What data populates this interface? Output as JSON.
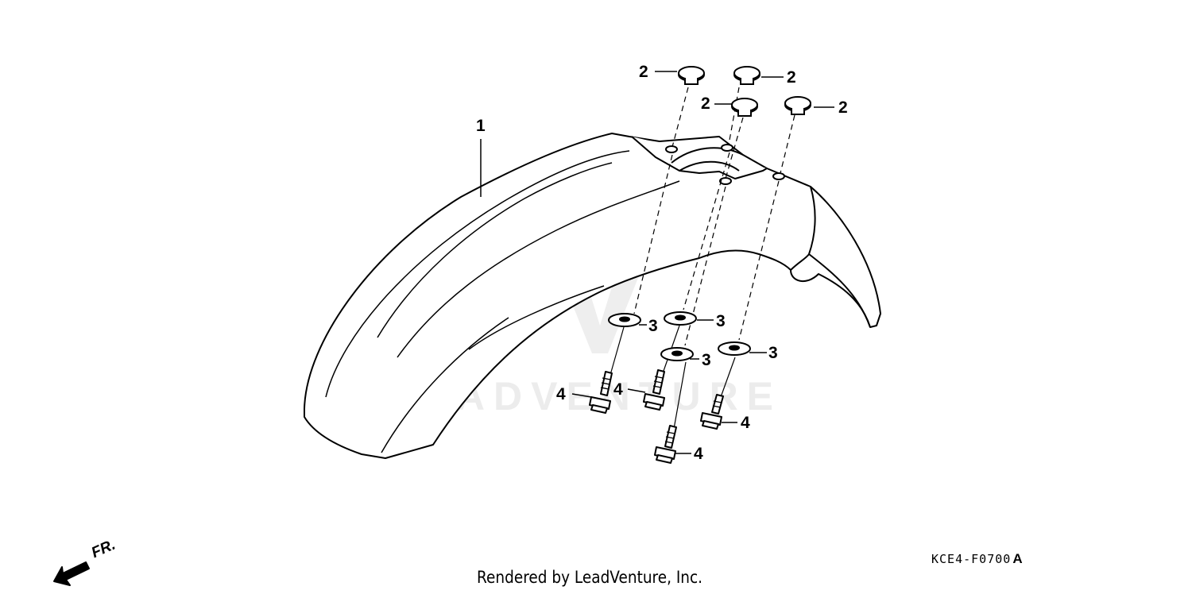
{
  "watermark": {
    "text": "LEADVENTURE"
  },
  "callouts": {
    "fender": "1",
    "washer_top_a": "2",
    "washer_top_b": "2",
    "washer_top_c": "2",
    "washer_top_d": "2",
    "washer_bot_a": "3",
    "washer_bot_b": "3",
    "washer_bot_c": "3",
    "washer_bot_d": "3",
    "bolt_a": "4",
    "bolt_b": "4",
    "bolt_c": "4",
    "bolt_d": "4"
  },
  "direction_arrow": {
    "label": "FR."
  },
  "footer": {
    "credit": "Rendered by LeadVenture, Inc."
  },
  "diagram_code": {
    "code": "KCE4-F0700",
    "revision": "A"
  },
  "colors": {
    "line": "#000000",
    "watermark": "#ececec",
    "background": "#ffffff"
  }
}
